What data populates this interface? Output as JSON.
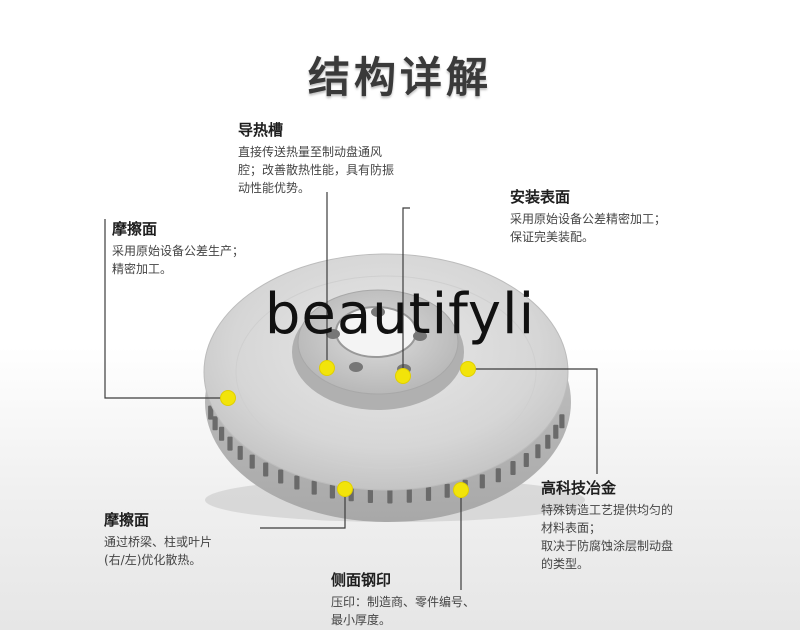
{
  "title": "结构详解",
  "watermark": "beautifyli",
  "colors": {
    "marker": "#f2e40a",
    "leader": "#3c3c3c",
    "disc": "#d7d7d7"
  },
  "callouts": {
    "groove": {
      "head": "导热槽",
      "desc": "直接传送热量至制动盘通风\n腔；改善散热性能，具有防振\n动性能优势。"
    },
    "friction_face_1": {
      "head": "摩擦面",
      "desc": "采用原始设备公差生产；\n精密加工。"
    },
    "mount_surface": {
      "head": "安装表面",
      "desc": "采用原始设备公差精密加工；\n保证完美装配。"
    },
    "metallurgy": {
      "head": "高科技冶金",
      "desc": "特殊铸造工艺提供均匀的\n材料表面；\n取决于防腐蚀涂层制动盘\n的类型。"
    },
    "friction_face_2": {
      "head": "摩擦面",
      "desc": "通过桥梁、柱或叶片\n(右/左)优化散热。"
    },
    "side_stamp": {
      "head": "侧面钢印",
      "desc": "压印：制造商、零件编号、\n最小厚度。"
    }
  }
}
